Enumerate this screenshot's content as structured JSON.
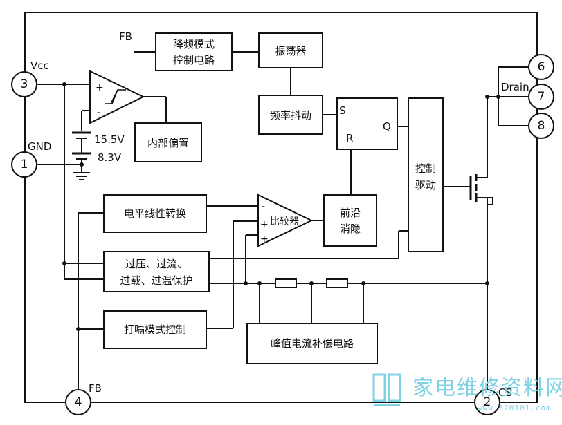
{
  "pins": {
    "p3": {
      "num": "3",
      "label": "Vcc"
    },
    "p1": {
      "num": "1",
      "label": "GND"
    },
    "p4": {
      "num": "4",
      "label": "FB"
    },
    "p2": {
      "num": "2",
      "label": "CS"
    },
    "p6": {
      "num": "6"
    },
    "p7": {
      "num": "7"
    },
    "p8": {
      "num": "8"
    },
    "drain_label": "Drain"
  },
  "labels": {
    "fb_top": "FB",
    "v_high": "15.5V",
    "v_low": "8.3V",
    "plus": "+",
    "minus": "-",
    "comp_plus": "+",
    "comp_minus": "-",
    "comp_plus2": "+",
    "s": "S",
    "r": "R",
    "q": "Q"
  },
  "blocks": {
    "freq_reduce": [
      "降频模式",
      "控制电路"
    ],
    "oscillator": "振荡器",
    "jitter": "频率抖动",
    "internal_bias": "内部偏置",
    "driver": [
      "控制",
      "驱动"
    ],
    "level_shift": "电平线性转换",
    "comparator": "比较器",
    "leading_edge": [
      "前沿",
      "消隐"
    ],
    "protection": [
      "过压、过流、",
      "过载、过温保护"
    ],
    "hiccup": "打嗝模式控制",
    "peak_comp": "峰值电流补偿电路"
  },
  "watermark": {
    "text": "家电维修资料网",
    "url": "www.520101.com"
  },
  "colors": {
    "line": "#111111",
    "watermark": "#7fd1e6"
  }
}
